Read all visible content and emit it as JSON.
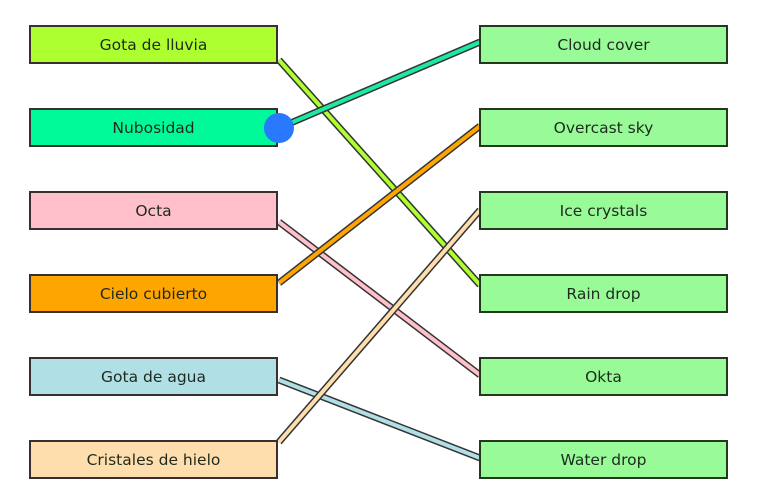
{
  "left_items": [
    {
      "label": "Gota de lluvia",
      "color": "#adff2f"
    },
    {
      "label": "Nubosidad",
      "color": "#00fa9a"
    },
    {
      "label": "Octa",
      "color": "#ffc0cb"
    },
    {
      "label": "Cielo cubierto",
      "color": "#ffa500"
    },
    {
      "label": "Gota de agua",
      "color": "#b0e0e6"
    },
    {
      "label": "Cristales de hielo",
      "color": "#ffdead"
    }
  ],
  "right_items": [
    {
      "label": "Cloud cover"
    },
    {
      "label": "Overcast sky"
    },
    {
      "label": "Ice crystals"
    },
    {
      "label": "Rain drop"
    },
    {
      "label": "Okta"
    },
    {
      "label": "Water drop"
    }
  ],
  "right_color": "#98fb98",
  "handle_color": "#2979ff",
  "connections": [
    {
      "from": 0,
      "to": 3,
      "color": "#adff2f"
    },
    {
      "from": 1,
      "to": 0,
      "color": "#1de9a0"
    },
    {
      "from": 2,
      "to": 4,
      "color": "#ffc0cb"
    },
    {
      "from": 3,
      "to": 1,
      "color": "#ffa500"
    },
    {
      "from": 4,
      "to": 5,
      "color": "#b0e0e6"
    },
    {
      "from": 5,
      "to": 2,
      "color": "#ffdead"
    }
  ]
}
